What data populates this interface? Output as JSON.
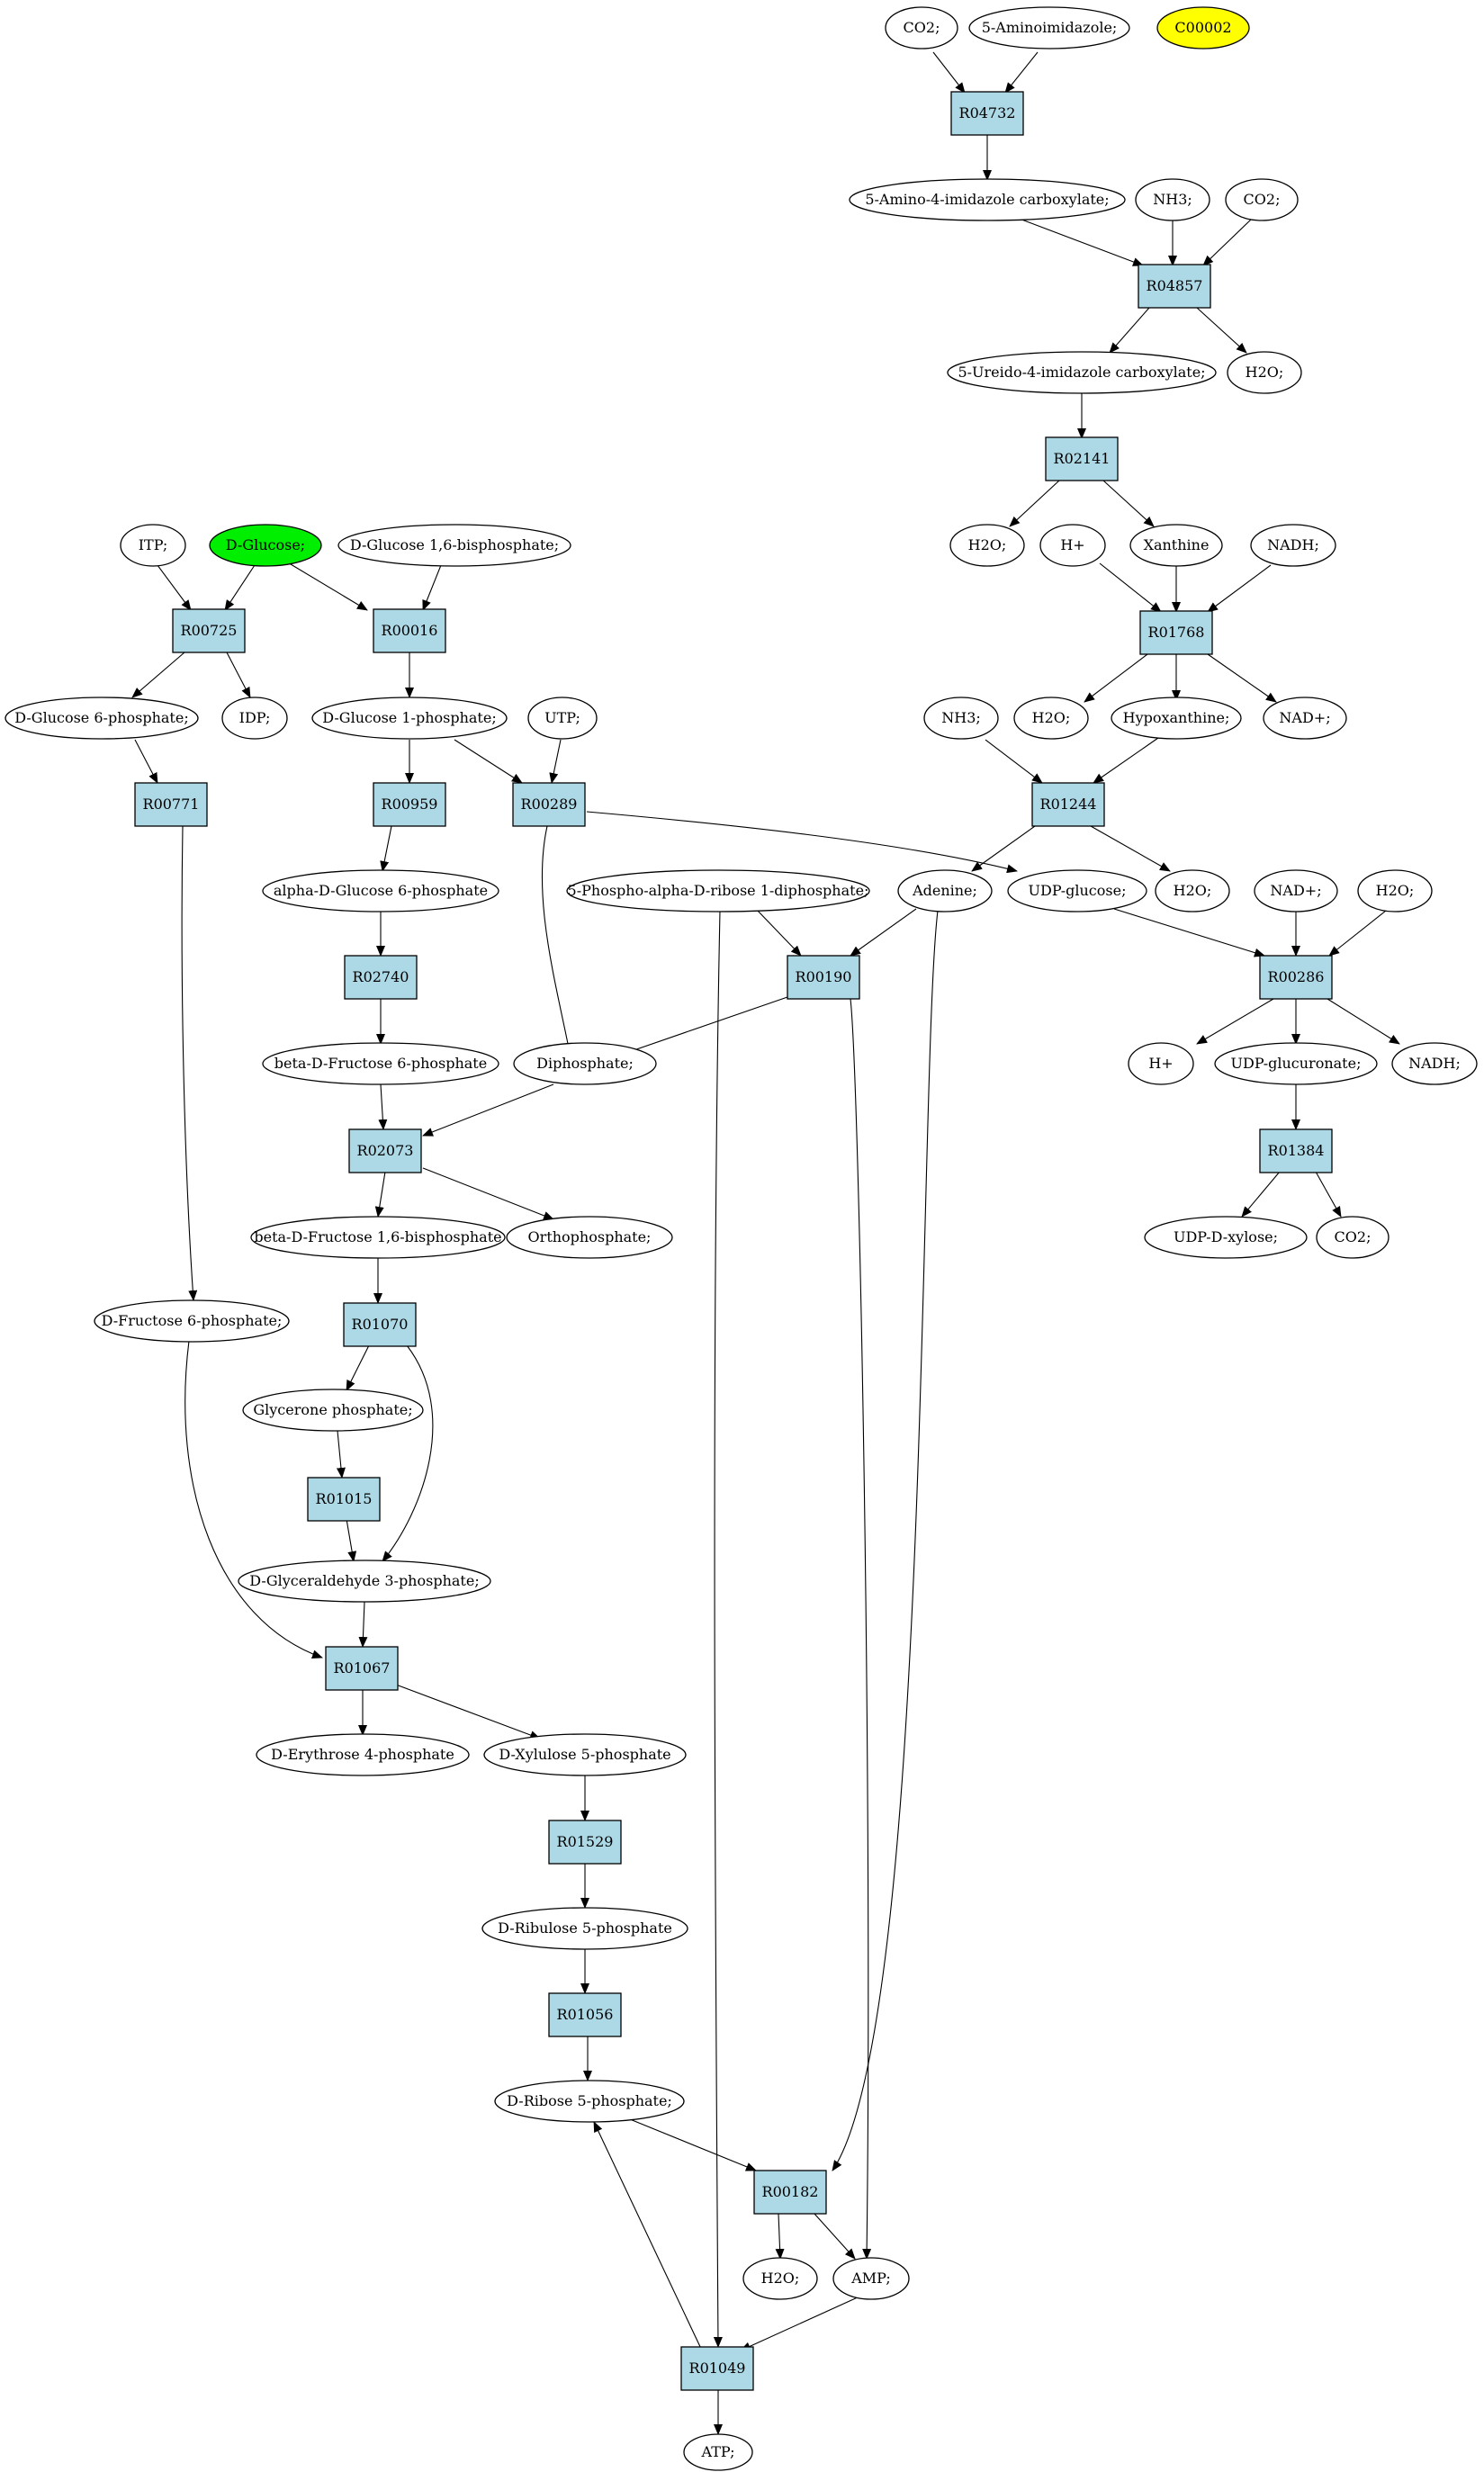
{
  "colors": {
    "reaction_fill": "#add8e6",
    "metabolite_fill": "#ffffff",
    "highlight_green": "#00ee00",
    "highlight_yellow": "#ffff00",
    "stroke": "#000000"
  },
  "metabolites": {
    "co2_a": "CO2;",
    "aminoimidazole": "5-Aminoimidazole;",
    "c00002": "C00002",
    "aica_carboxylate": "5-Amino-4-imidazole carboxylate;",
    "nh3_a": "NH3;",
    "co2_b": "CO2;",
    "ureido": "5-Ureido-4-imidazole carboxylate;",
    "h2o_a": "H2O;",
    "h2o_b": "H2O;",
    "h_plus_a": "H+",
    "xanthine": "Xanthine",
    "nadh_a": "NADH;",
    "itp": "ITP;",
    "d_glucose": "D-Glucose;",
    "glucose_16bp": "D-Glucose 1,6-bisphosphate;",
    "h2o_c": "H2O;",
    "hypoxanthine": "Hypoxanthine;",
    "nad_a": "NAD+;",
    "glucose_6p": "D-Glucose 6-phosphate;",
    "idp": "IDP;",
    "glucose_1p": "D-Glucose 1-phosphate;",
    "utp": "UTP;",
    "nh3_b": "NH3;",
    "alpha_glucose_6p": "alpha-D-Glucose 6-phosphate",
    "prpp": "5-Phospho-alpha-D-ribose 1-diphosphate;",
    "adenine": "Adenine;",
    "udp_glucose": "UDP-glucose;",
    "h2o_d": "H2O;",
    "nad_b": "NAD+;",
    "h2o_e": "H2O;",
    "beta_fructose_6p": "beta-D-Fructose 6-phosphate",
    "diphosphate": "Diphosphate;",
    "h_plus_b": "H+",
    "udp_glucuronate": "UDP-glucuronate;",
    "nadh_b": "NADH;",
    "beta_fructose_16bp": "beta-D-Fructose 1,6-bisphosphate",
    "orthophosphate": "Orthophosphate;",
    "udp_xylose": "UDP-D-xylose;",
    "co2_c": "CO2;",
    "fructose_6p": "D-Fructose 6-phosphate;",
    "glycerone_p": "Glycerone phosphate;",
    "glyceraldehyde_3p": "D-Glyceraldehyde 3-phosphate;",
    "erythrose_4p": "D-Erythrose 4-phosphate",
    "xylulose_5p": "D-Xylulose 5-phosphate",
    "ribulose_5p": "D-Ribulose 5-phosphate",
    "ribose_5p": "D-Ribose 5-phosphate;",
    "h2o_f": "H2O;",
    "amp": "AMP;",
    "atp": "ATP;"
  },
  "reactions": {
    "r04732": "R04732",
    "r04857": "R04857",
    "r02141": "R02141",
    "r01768": "R01768",
    "r00725": "R00725",
    "r00016": "R00016",
    "r01244": "R01244",
    "r00771": "R00771",
    "r00959": "R00959",
    "r00289": "R00289",
    "r00190": "R00190",
    "r00286": "R00286",
    "r02740": "R02740",
    "r02073": "R02073",
    "r01384": "R01384",
    "r01070": "R01070",
    "r01015": "R01015",
    "r01067": "R01067",
    "r01529": "R01529",
    "r01056": "R01056",
    "r00182": "R00182",
    "r01049": "R01049"
  }
}
